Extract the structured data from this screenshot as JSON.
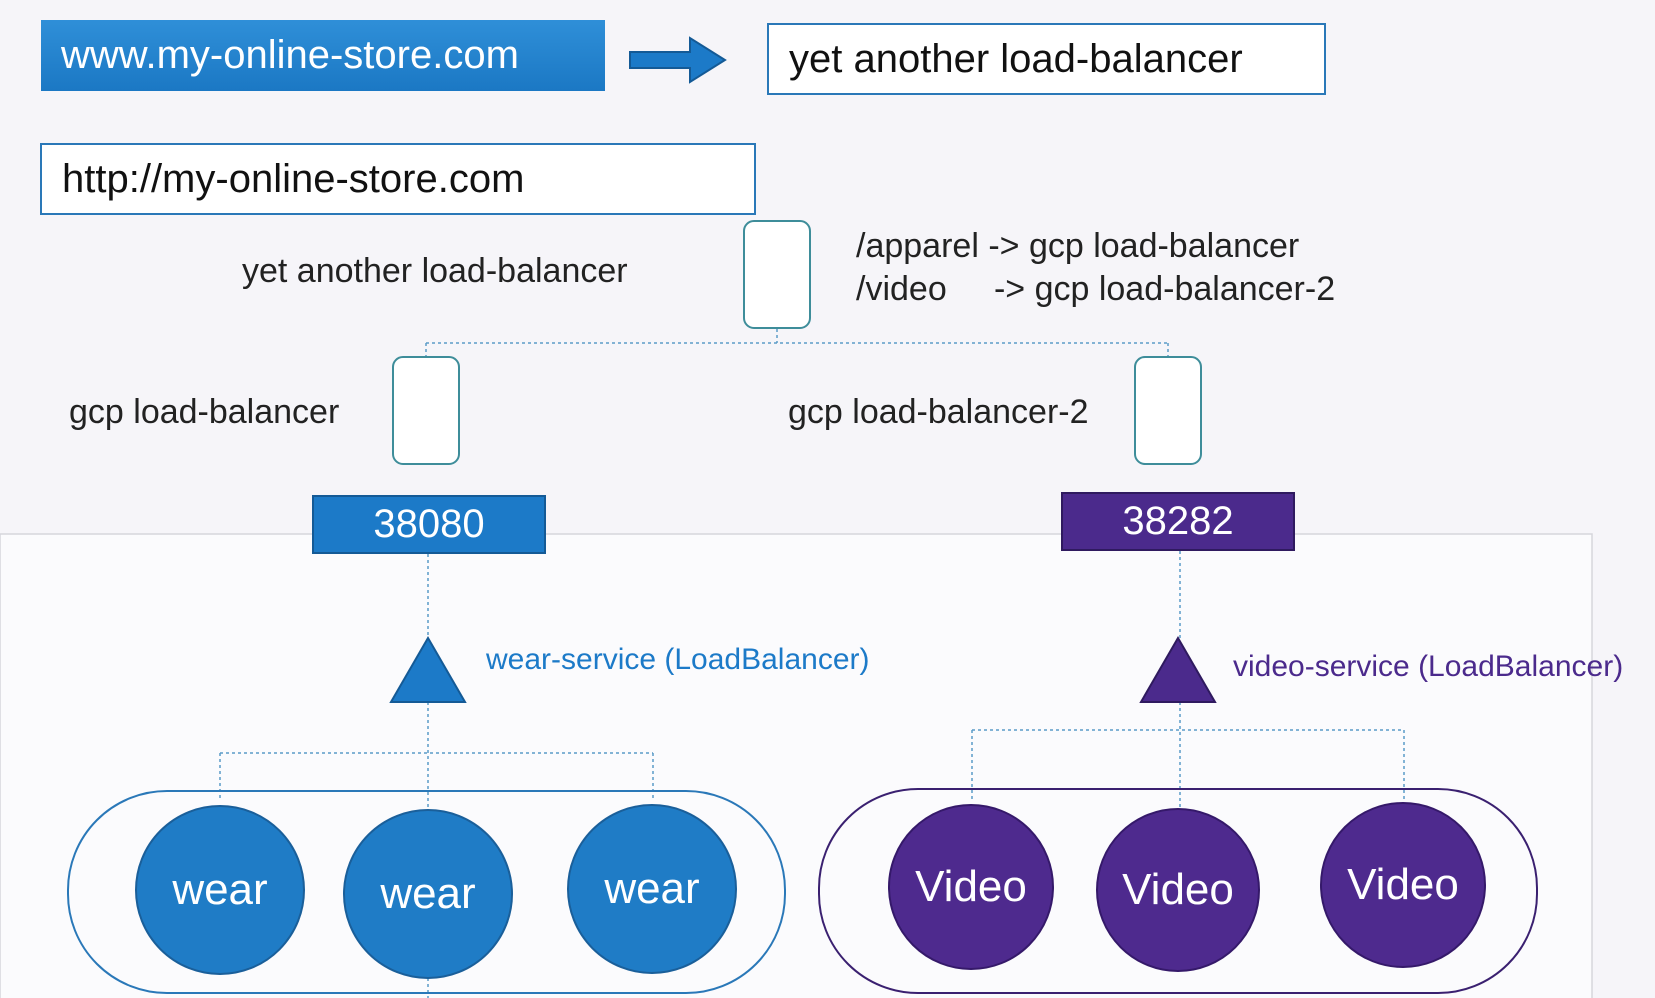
{
  "domain_box": "www.my-online-store.com",
  "top_lb_box": "yet another load-balancer",
  "url_box": "http://my-online-store.com",
  "lb_label": "yet another load-balancer",
  "routes": [
    "/apparel -> gcp load-balancer",
    "/video     -> gcp load-balancer-2"
  ],
  "gcp_lb_1_label": "gcp load-balancer",
  "gcp_lb_2_label": "gcp load-balancer-2",
  "port_wear": "38080",
  "port_video": "38282",
  "wear_service_label": "wear-service (LoadBalancer)",
  "video_service_label": "video-service (LoadBalancer)",
  "wear_pods": [
    "wear",
    "wear",
    "wear"
  ],
  "video_pods": [
    "Video",
    "Video",
    "Video"
  ],
  "colors": {
    "wear": "#1c7ac8",
    "video": "#4b2a8c"
  }
}
